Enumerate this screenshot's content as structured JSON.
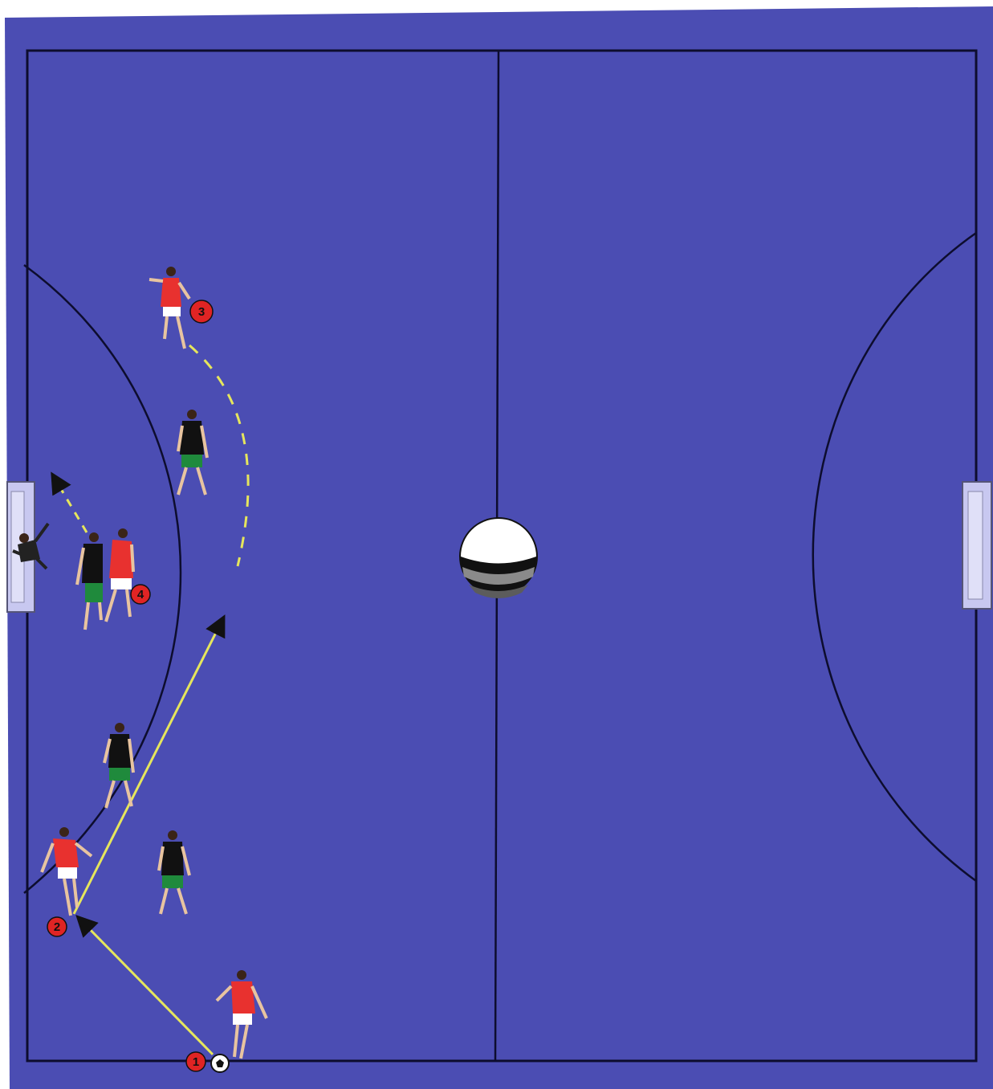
{
  "court": {
    "floor_color": "#4b4db3",
    "line_color": "#0d0d2e",
    "goal_color": "#c8c8f0"
  },
  "markers": [
    {
      "label": "1",
      "color": "#e02424"
    },
    {
      "label": "2",
      "color": "#e02424"
    },
    {
      "label": "3",
      "color": "#e02424"
    },
    {
      "label": "4",
      "color": "#e02424"
    }
  ],
  "attackers": {
    "shirt": "#e8312f",
    "shorts": "#ffffff"
  },
  "defenders": {
    "shirt": "#111111",
    "shorts": "#1f8a3c"
  },
  "goalkeeper": {
    "kit": "#222222"
  },
  "paths": {
    "pass_color": "#e6e65c",
    "run_color": "#e6e65c",
    "arrowhead_color": "#111111"
  },
  "ball": {
    "icon": "soccer-ball-icon"
  }
}
